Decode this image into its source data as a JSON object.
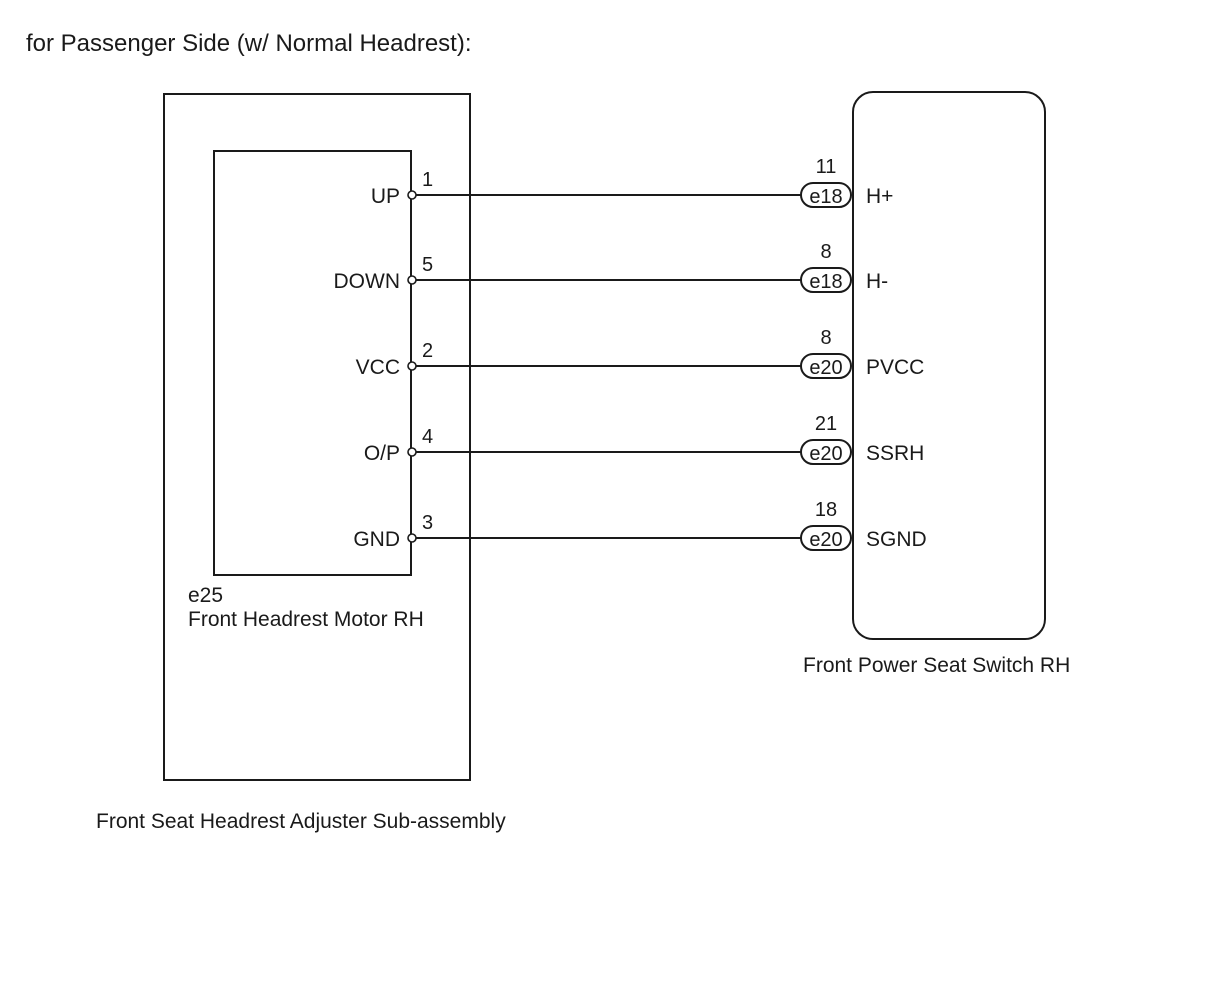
{
  "title": "for Passenger Side (w/ Normal Headrest):",
  "left_component": {
    "assembly_name": "Front Seat Headrest Adjuster Sub-assembly",
    "motor_code": "e25",
    "motor_name": "Front Headrest Motor RH"
  },
  "right_component": {
    "name": "Front Power Seat Switch RH"
  },
  "wires": [
    {
      "left_terminal": "UP",
      "left_pin": "1",
      "right_pin": "11",
      "connector": "e18",
      "right_terminal": "H+"
    },
    {
      "left_terminal": "DOWN",
      "left_pin": "5",
      "right_pin": "8",
      "connector": "e18",
      "right_terminal": "H-"
    },
    {
      "left_terminal": "VCC",
      "left_pin": "2",
      "right_pin": "8",
      "connector": "e20",
      "right_terminal": "PVCC"
    },
    {
      "left_terminal": "O/P",
      "left_pin": "4",
      "right_pin": "21",
      "connector": "e20",
      "right_terminal": "SSRH"
    },
    {
      "left_terminal": "GND",
      "left_pin": "3",
      "right_pin": "18",
      "connector": "e20",
      "right_terminal": "SGND"
    }
  ]
}
